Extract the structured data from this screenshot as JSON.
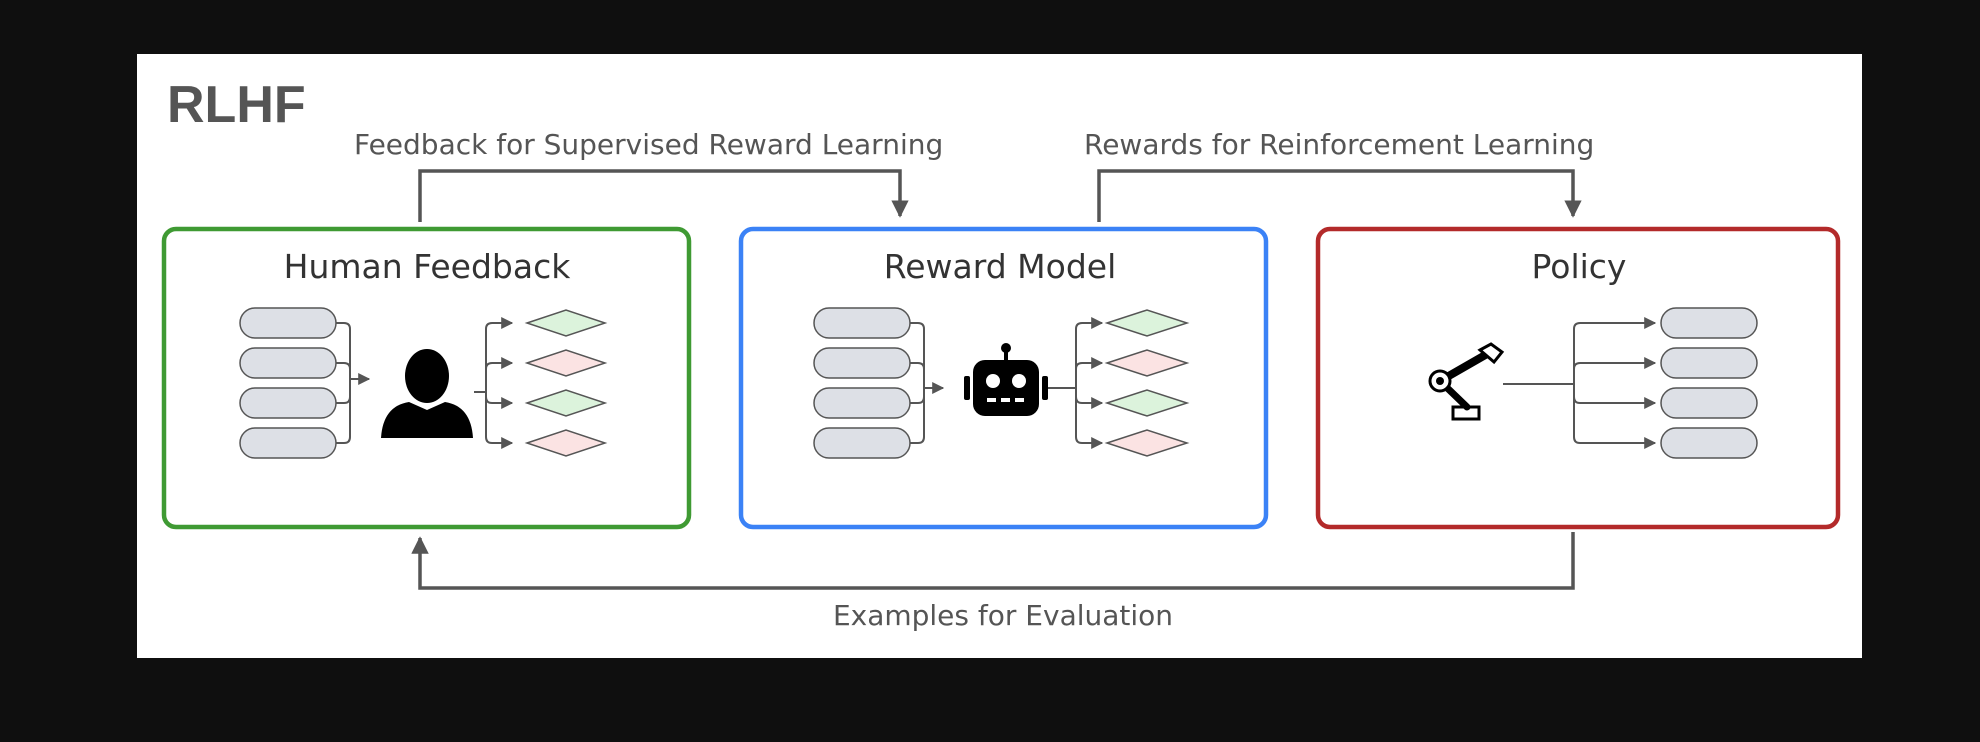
{
  "diagram": {
    "title": "RLHF",
    "top_left_label": "Feedback for Supervised Reward Learning",
    "top_right_label": "Rewards for Reinforcement Learning",
    "bottom_label": "Examples for Evaluation",
    "boxes": [
      {
        "title": "Human Feedback",
        "border_color": "#3f9a33",
        "icon": "person-icon"
      },
      {
        "title": "Reward Model",
        "border_color": "#3b82f6",
        "icon": "robot-icon"
      },
      {
        "title": "Policy",
        "border_color": "#b32a2a",
        "icon": "robot-arm-icon"
      }
    ],
    "colors": {
      "line": "#555555",
      "pill_fill": "#dde0e6",
      "diamond_green": "#dcf3dc",
      "diamond_pink": "#fbe3e3"
    }
  }
}
